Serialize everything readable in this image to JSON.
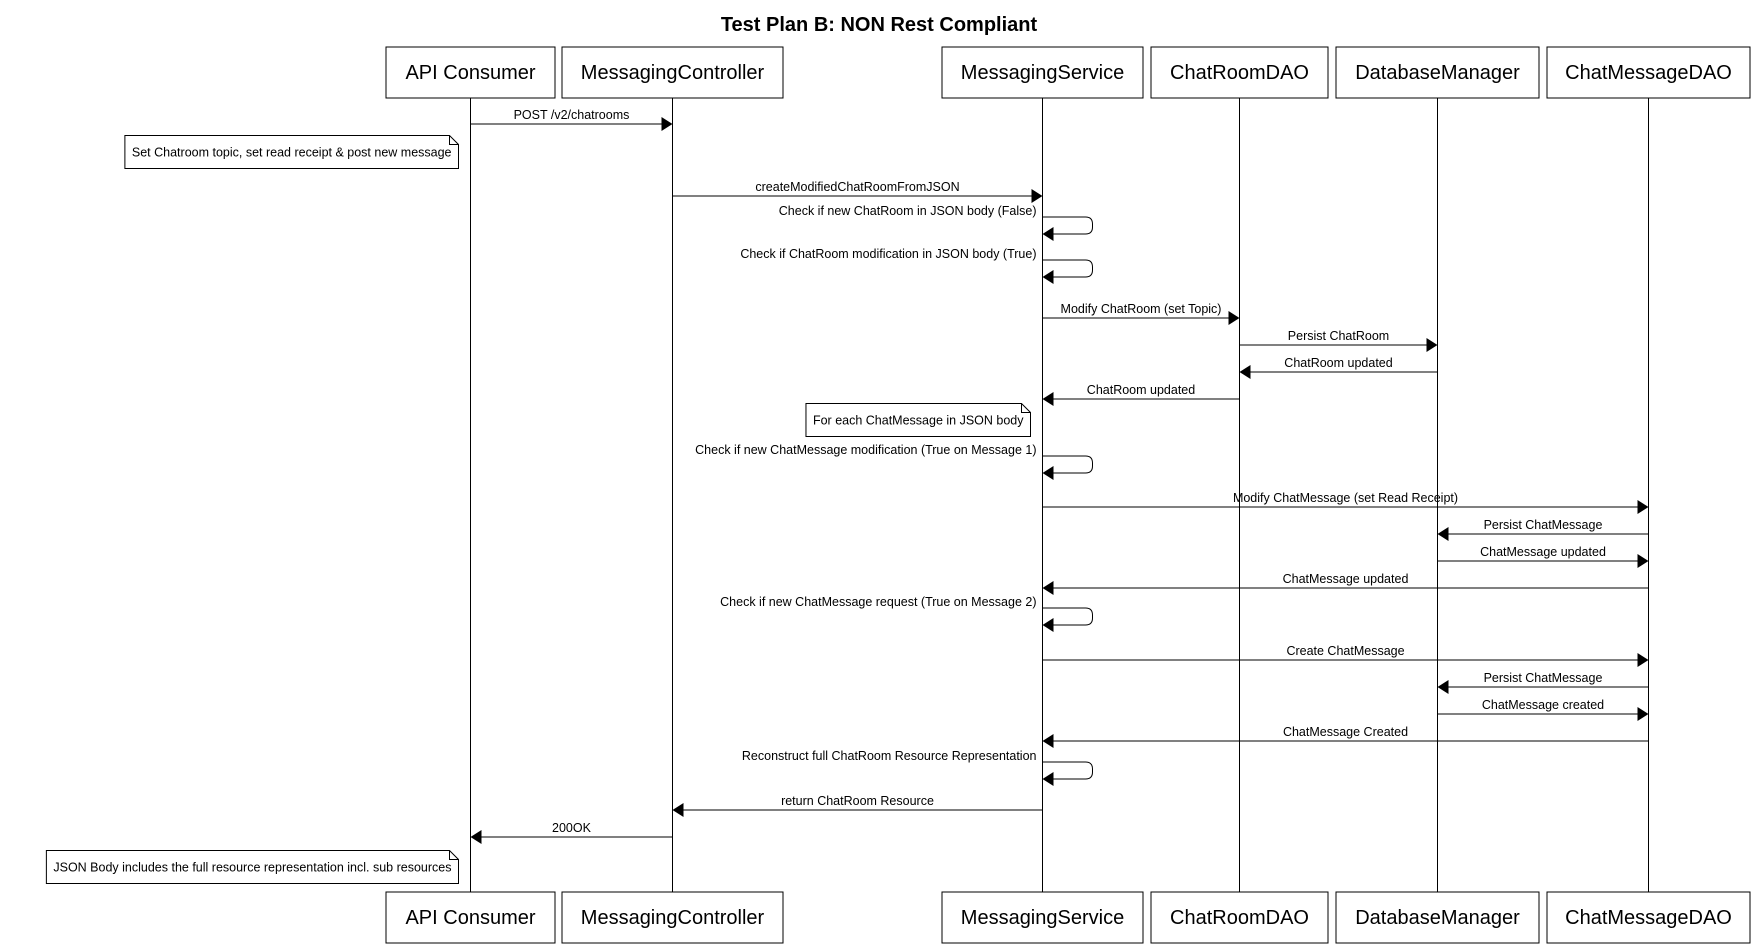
{
  "title": "Test Plan B: NON Rest Compliant",
  "participants": [
    "API Consumer",
    "MessagingController",
    "MessagingService",
    "ChatRoomDAO",
    "DatabaseManager",
    "ChatMessageDAO"
  ],
  "messages": [
    {
      "from": 0,
      "to": 1,
      "label": "POST /v2/chatrooms"
    },
    {
      "note": true,
      "participant": 0,
      "side": "left",
      "label": "Set Chatroom topic, set read receipt & post new message"
    },
    {
      "from": 1,
      "to": 2,
      "label": "createModifiedChatRoomFromJSON"
    },
    {
      "from": 2,
      "to": 2,
      "label": "Check if new ChatRoom in JSON body (False)"
    },
    {
      "from": 2,
      "to": 2,
      "label": "Check if ChatRoom modification in JSON body (True)"
    },
    {
      "from": 2,
      "to": 3,
      "label": "Modify ChatRoom (set Topic)"
    },
    {
      "from": 3,
      "to": 4,
      "label": "Persist ChatRoom"
    },
    {
      "from": 4,
      "to": 3,
      "label": "ChatRoom updated"
    },
    {
      "from": 3,
      "to": 2,
      "label": "ChatRoom updated"
    },
    {
      "note": true,
      "participant": 2,
      "side": "left",
      "label": "For each ChatMessage in JSON body"
    },
    {
      "from": 2,
      "to": 2,
      "label": "Check if new ChatMessage modification (True on Message 1)"
    },
    {
      "from": 2,
      "to": 5,
      "label": "Modify ChatMessage (set Read Receipt)"
    },
    {
      "from": 5,
      "to": 4,
      "label": "Persist ChatMessage"
    },
    {
      "from": 4,
      "to": 5,
      "label": "ChatMessage updated"
    },
    {
      "from": 5,
      "to": 2,
      "label": "ChatMessage updated"
    },
    {
      "from": 2,
      "to": 2,
      "label": "Check if new ChatMessage request (True on Message 2)"
    },
    {
      "from": 2,
      "to": 5,
      "label": "Create ChatMessage"
    },
    {
      "from": 5,
      "to": 4,
      "label": "Persist ChatMessage"
    },
    {
      "from": 4,
      "to": 5,
      "label": "ChatMessage created"
    },
    {
      "from": 5,
      "to": 2,
      "label": "ChatMessage Created"
    },
    {
      "from": 2,
      "to": 2,
      "label": "Reconstruct full ChatRoom Resource Representation"
    },
    {
      "from": 2,
      "to": 1,
      "label": "return ChatRoom Resource"
    },
    {
      "from": 1,
      "to": 0,
      "label": "200OK"
    },
    {
      "note": true,
      "participant": 0,
      "side": "left",
      "label": "JSON Body includes the full resource representation incl. sub resources"
    }
  ]
}
